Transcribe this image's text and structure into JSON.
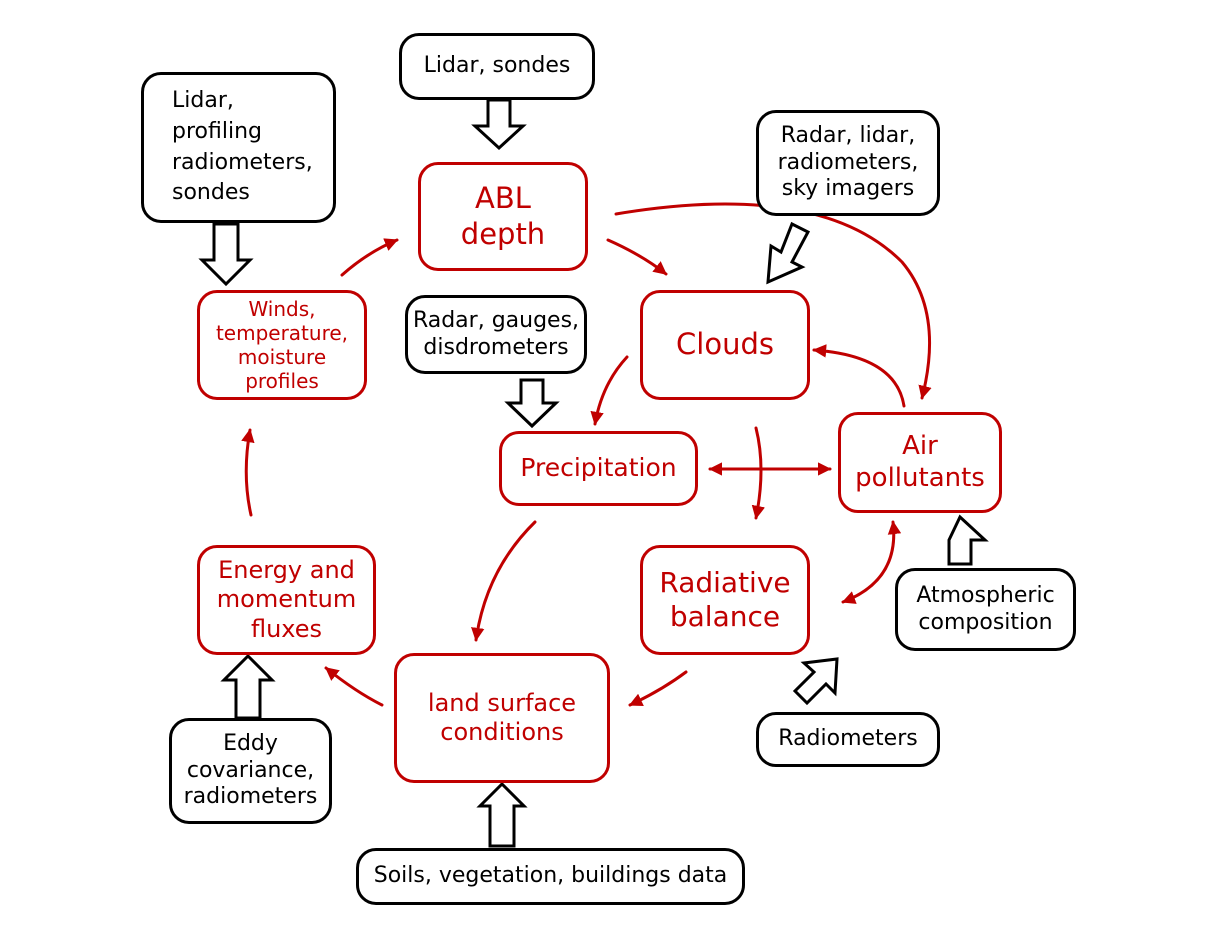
{
  "colors": {
    "process": "#c00000",
    "instrument": "#000000"
  },
  "instruments": {
    "lidar_sondes": [
      "Lidar, sondes"
    ],
    "lidar_profiling": [
      "Lidar,",
      "profiling",
      "radiometers,",
      "sondes"
    ],
    "radar_lidar": [
      "Radar, lidar,",
      "radiometers,",
      "sky imagers"
    ],
    "radar_gauges": [
      "Radar, gauges,",
      "disdrometers"
    ],
    "atmospheric": [
      "Atmospheric",
      "composition"
    ],
    "radiometers": [
      "Radiometers"
    ],
    "eddy": [
      "Eddy",
      "covariance,",
      "radiometers"
    ],
    "soils": [
      "Soils, vegetation, buildings data"
    ]
  },
  "processes": {
    "abl": [
      "ABL",
      "depth"
    ],
    "winds": [
      "Winds,",
      "temperature,",
      "moisture",
      "profiles"
    ],
    "clouds": [
      "Clouds"
    ],
    "precipitation": [
      "Precipitation"
    ],
    "air_pollutants": [
      "Air",
      "pollutants"
    ],
    "radiative": [
      "Radiative",
      "balance"
    ],
    "energy": [
      "Energy and",
      "momentum",
      "fluxes"
    ],
    "land": [
      "land surface",
      "conditions"
    ]
  }
}
